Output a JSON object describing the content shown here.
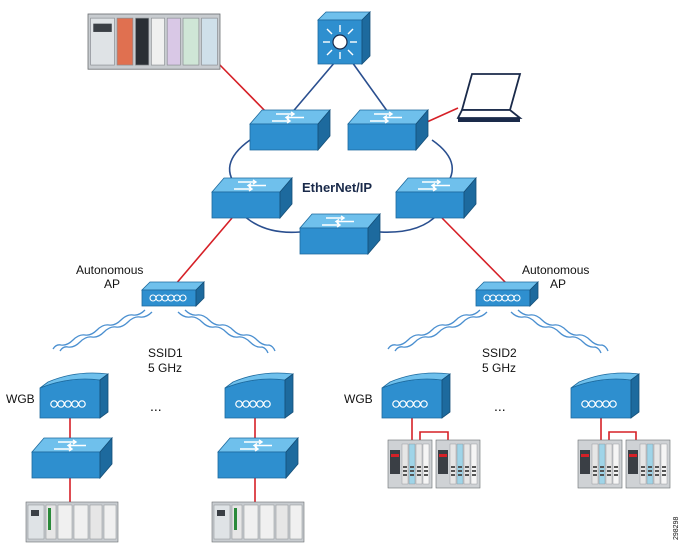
{
  "network": {
    "brand_label": "EtherNet/IP",
    "left_ap_label_line1": "Autonomous",
    "left_ap_label_line2": "AP",
    "right_ap_label_line1": "Autonomous",
    "right_ap_label_line2": "AP",
    "left_ssid_line1": "SSID1",
    "left_ssid_line2": "5 GHz",
    "right_ssid_line1": "SSID2",
    "right_ssid_line2": "5 GHz",
    "left_wgb_label": "WGB",
    "right_wgb_label": "WGB",
    "ellipsis": "...",
    "figure_code": "298298"
  },
  "colors": {
    "device_blue": "#2e8fcf",
    "device_blue_light": "#6fc0ec",
    "device_blue_dark": "#1d6a9e",
    "wired_red": "#d62027",
    "ring_blue": "#2a4f8f",
    "wireless_blue": "#4a8fd0"
  },
  "icons": [
    "router-icon",
    "switch-icon",
    "access-point-icon",
    "workgroup-bridge-icon",
    "laptop-icon",
    "plc-rack-icon",
    "io-module-icon"
  ]
}
